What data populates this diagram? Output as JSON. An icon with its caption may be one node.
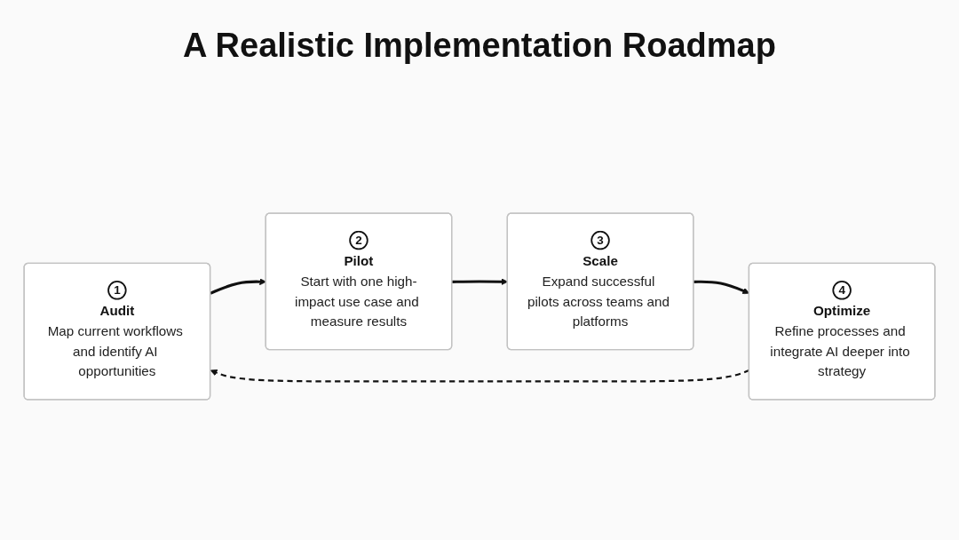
{
  "diagram": {
    "title": "A Realistic Implementation Roadmap",
    "nodes": [
      {
        "text": [
          "1",
          "Audit",
          "Map current workflows and identify AI opportunities"
        ]
      },
      {
        "text": [
          "2",
          "Pilot",
          "Start with one high-impact use case and measure results"
        ]
      },
      {
        "text": [
          "3",
          "Scale",
          "Expand successful pilots across teams and platforms"
        ]
      },
      {
        "text": [
          "4",
          "Optimize",
          "Refine processes and integrate AI deeper into strategy"
        ]
      }
    ],
    "edges": [
      {
        "from": 0,
        "to": 1,
        "arrow": "to"
      },
      {
        "from": 1,
        "to": 2,
        "arrow": "to"
      },
      {
        "from": 2,
        "to": 3,
        "arrow": "to"
      },
      {
        "from": 3,
        "to": 0,
        "arrow": "to",
        "style": "dashed"
      }
    ]
  }
}
